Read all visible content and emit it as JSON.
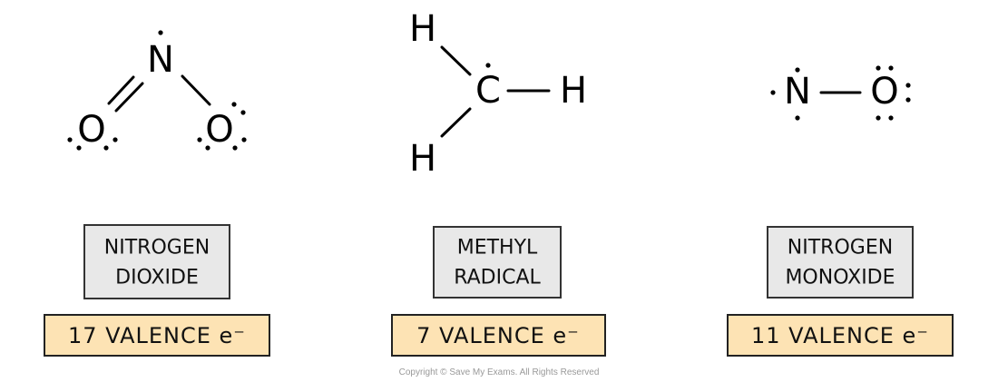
{
  "molecules": [
    {
      "name_line1": "NITROGEN",
      "name_line2": "DIOXIDE",
      "valence": "17  VALENCE  e⁻",
      "atoms": {
        "center": "N",
        "left": "O",
        "right": "O"
      }
    },
    {
      "name_line1": "METHYL",
      "name_line2": "RADICAL",
      "valence": "7  VALENCE  e⁻",
      "atoms": {
        "center": "C",
        "top": "H",
        "right": "H",
        "bottom": "H"
      }
    },
    {
      "name_line1": "NITROGEN",
      "name_line2": "MONOXIDE",
      "valence": "11  VALENCE  e⁻",
      "atoms": {
        "left": "N",
        "right": "O"
      }
    }
  ],
  "colors": {
    "name_box": "#e8e8e8",
    "valence_box": "#fde3b4"
  },
  "copyright": "Copyright © Save My Exams. All Rights Reserved"
}
